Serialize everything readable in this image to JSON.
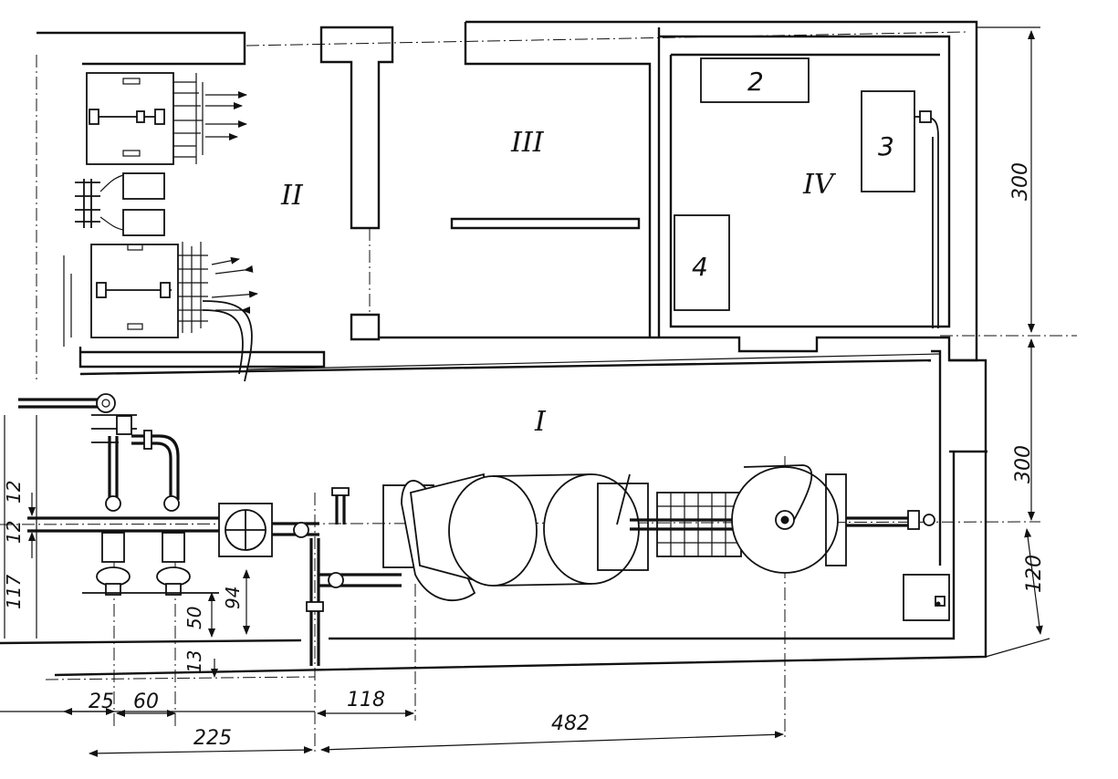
{
  "rooms": {
    "room_1": "I",
    "room_2": "II",
    "room_3": "III",
    "room_4": "IV"
  },
  "equipment": {
    "eq_2": "2",
    "eq_3": "3",
    "eq_4": "4"
  },
  "dimensions": {
    "right_upper": "300",
    "right_middle": "300",
    "right_lower": "120",
    "left_12_top": "12",
    "left_12_bottom": "12",
    "left_117": "117",
    "left_50": "50",
    "left_94": "94",
    "left_13": "13",
    "bottom_25": "25",
    "bottom_60": "60",
    "bottom_225": "225",
    "bottom_118": "118",
    "bottom_482": "482"
  }
}
